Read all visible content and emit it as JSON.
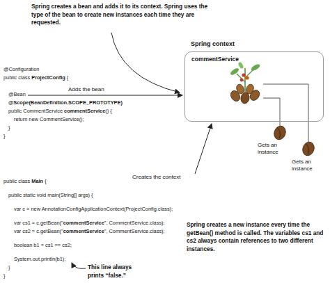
{
  "diagram": {
    "nodes": [
      {
        "text": [
          "Spring context",
          "commentService"
        ]
      }
    ],
    "labels": [
      "Spring creates a bean and adds it to its context. Spring uses the type of the bean to create new instances each time they are requested.",
      "@Configuration",
      "public class ",
      "ProjectConfig",
      " {",
      "@Bean",
      "@Scope(BeanDefinition.SCOPE_PROTOTYPE)",
      "public CommentService ",
      "commentService",
      "() {",
      "return new CommentService();",
      "}",
      "}",
      "Adds the bean",
      "Gets an instance",
      "Gets an instance",
      "public class ",
      "Main",
      " {",
      "Creates the context",
      "public static void main(String[] args) {",
      "var c = new AnnotationConfigApplicationContext(ProjectConfig.class);",
      "var cs1 = c.getBean(\"",
      "commentService",
      "\", CommentService.class);",
      "var cs2 = c.getBean(\"",
      "commentService",
      "\", CommentService.class);",
      "boolean b1 = cs1 == cs2;",
      "Spring creates a new instance every time the getBean() method is called. The variables cs1 and cs2 always contain references to two different instances.",
      "System.out.println(b1);",
      "}",
      "}",
      "This line always prints “false.”"
    ]
  }
}
